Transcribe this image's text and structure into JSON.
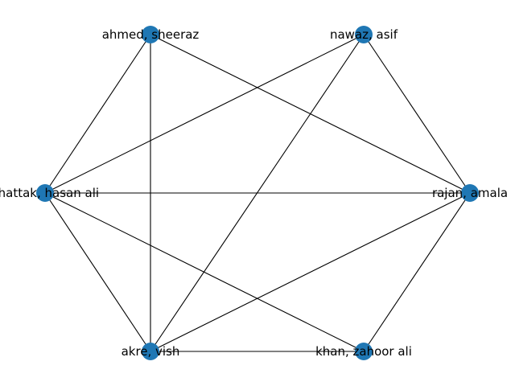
{
  "graph": {
    "node_color": "#1f77b4",
    "edge_color": "#000000",
    "nodes": [
      {
        "id": "ahmed",
        "label": "ahmed, sheeraz"
      },
      {
        "id": "nawaz",
        "label": "nawaz, asif"
      },
      {
        "id": "rajan",
        "label": "rajan, amala"
      },
      {
        "id": "khan",
        "label": "khan, zahoor ali"
      },
      {
        "id": "akre",
        "label": "akre, vish"
      },
      {
        "id": "khattak",
        "label": "khattak, hasan ali"
      }
    ],
    "edges": [
      [
        "ahmed",
        "khattak"
      ],
      [
        "ahmed",
        "akre"
      ],
      [
        "ahmed",
        "rajan"
      ],
      [
        "nawaz",
        "khattak"
      ],
      [
        "nawaz",
        "akre"
      ],
      [
        "nawaz",
        "rajan"
      ],
      [
        "khattak",
        "rajan"
      ],
      [
        "khattak",
        "akre"
      ],
      [
        "khattak",
        "khan"
      ],
      [
        "akre",
        "rajan"
      ],
      [
        "akre",
        "khan"
      ],
      [
        "rajan",
        "khan"
      ]
    ]
  }
}
